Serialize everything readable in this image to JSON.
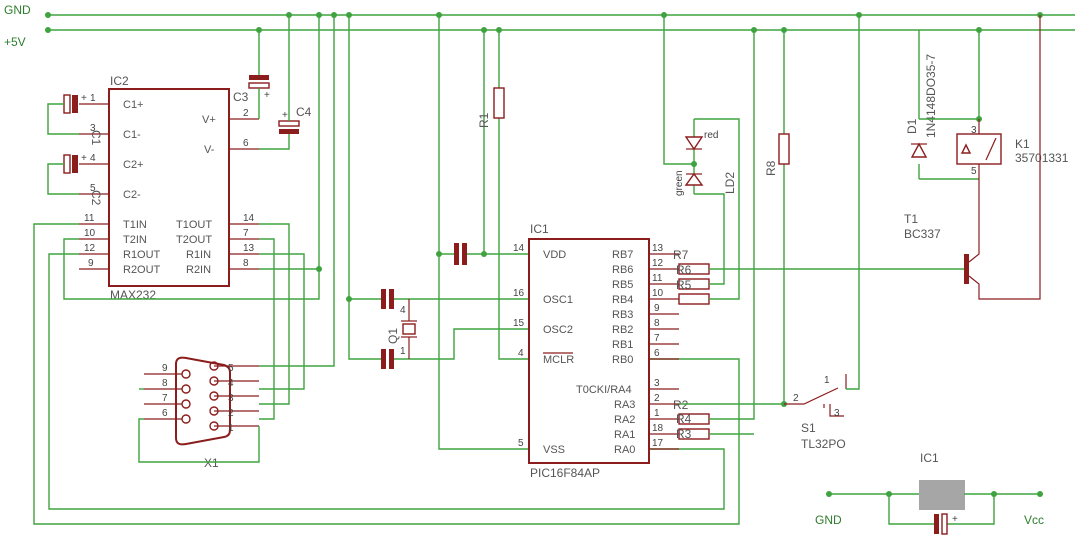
{
  "nets": {
    "gnd": "GND",
    "vcc5": "+5V"
  },
  "ic2": {
    "ref": "IC2",
    "value": "MAX232",
    "pins_left": [
      "C1+",
      "C1-",
      "C2+",
      "C2-",
      "T1IN",
      "T2IN",
      "R1OUT",
      "R2OUT"
    ],
    "pins_right": [
      "V+",
      "V-",
      "T1OUT",
      "T2OUT",
      "R1IN",
      "R2IN"
    ],
    "nums_left": [
      "1",
      "3",
      "4",
      "5",
      "11",
      "10",
      "12",
      "9"
    ],
    "nums_right": [
      "2",
      "6",
      "14",
      "7",
      "13",
      "8"
    ]
  },
  "ic1": {
    "ref": "IC1",
    "value": "PIC16F84AP",
    "pins_left": [
      "VDD",
      "OSC1",
      "OSC2",
      "MCLR",
      "VSS"
    ],
    "nums_left": [
      "14",
      "16",
      "15",
      "4",
      "5"
    ],
    "pins_right": [
      "RB7",
      "RB6",
      "RB5",
      "RB4",
      "RB3",
      "RB2",
      "RB1",
      "RB0",
      "T0CKI/RA4",
      "RA3",
      "RA2",
      "RA1",
      "RA0"
    ],
    "nums_right": [
      "13",
      "12",
      "11",
      "10",
      "9",
      "8",
      "7",
      "6",
      "3",
      "2",
      "1",
      "18",
      "17"
    ]
  },
  "caps": {
    "c1": "C1",
    "c2": "C2",
    "c3": "C3",
    "c4": "C4"
  },
  "resistors": {
    "r1": "R1",
    "r2": "R2",
    "r3": "R3",
    "r4": "R4",
    "r5": "R5",
    "r6": "R6",
    "r7": "R7",
    "r8": "R8"
  },
  "crystal": {
    "ref": "Q1",
    "pin1": "1",
    "pin4": "4"
  },
  "connector": {
    "ref": "X1",
    "pins_left": [
      "9",
      "8",
      "7",
      "6"
    ],
    "pins_right": [
      "5",
      "4",
      "3",
      "2",
      "1"
    ]
  },
  "led": {
    "ref": "LD2",
    "red": "red",
    "green": "green"
  },
  "diode": {
    "ref": "D1",
    "value": "1N4148DO35-7"
  },
  "relay": {
    "ref": "K1",
    "value": "35701331",
    "pin3": "3",
    "pin5": "5"
  },
  "transistor": {
    "ref": "T1",
    "value": "BC337"
  },
  "switch": {
    "ref": "S1",
    "value": "TL32PO",
    "pin1": "1",
    "pin2": "2",
    "pin3": "3"
  },
  "regulator": {
    "ref": "IC1",
    "gnd": "GND",
    "vcc": "Vcc"
  },
  "small_labels": {
    "plus": "+",
    "one": "1",
    "three": "3",
    "four": "4",
    "five": "5"
  }
}
